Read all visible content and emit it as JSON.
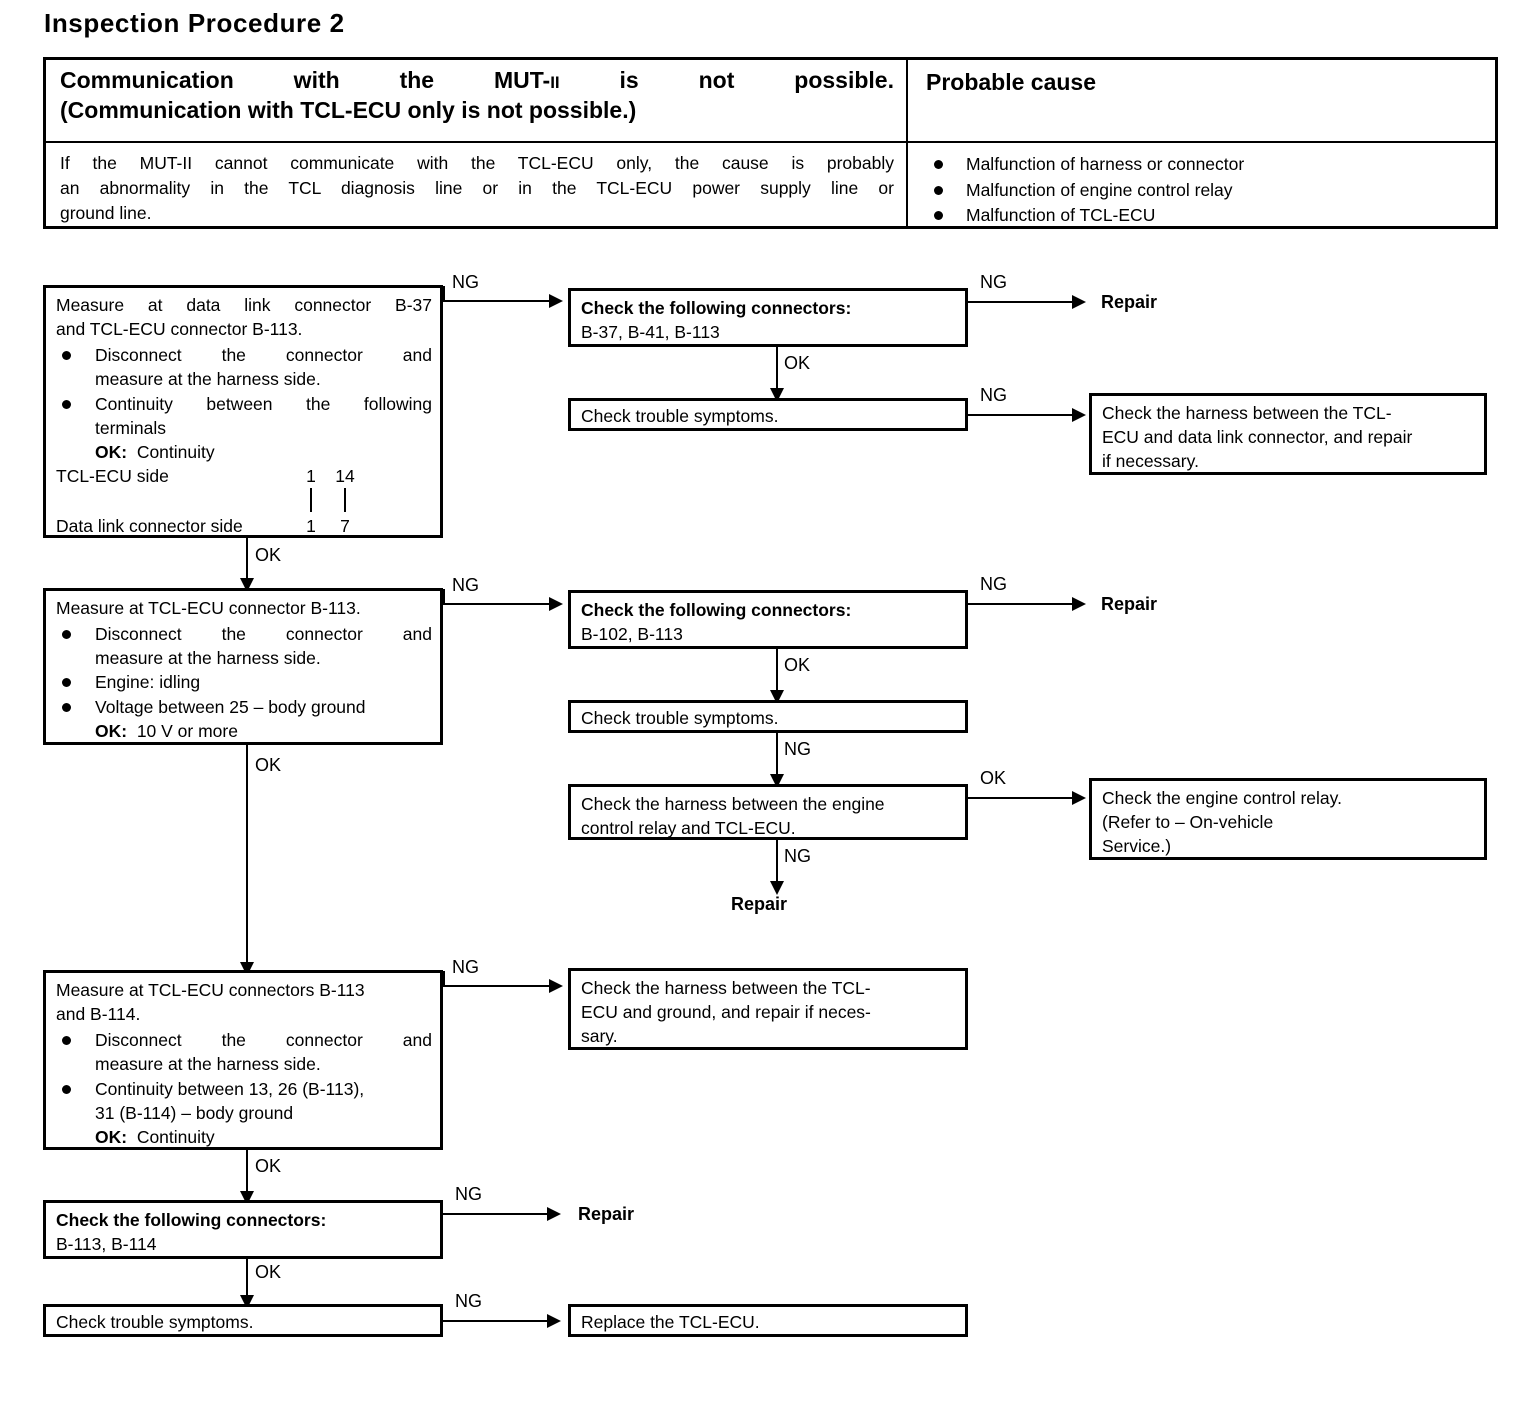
{
  "document": {
    "title": "Inspection Procedure 2"
  },
  "symptom_table": {
    "headers": {
      "symptom": {
        "line1": "Communication with the MUT-",
        "line1_sup": "II",
        "line1_tail": " is not possible.",
        "line2": "(Communication with TCL-ECU only is not possible.)"
      },
      "probable_cause": "Probable cause"
    },
    "description": {
      "line1": "If the MUT-II cannot communicate with the TCL-ECU only, the cause is probably",
      "line2": "an abnormality in the TCL diagnosis line or in the TCL-ECU power supply line or",
      "line3": "ground line."
    },
    "causes": [
      "Malfunction of harness or connector",
      "Malfunction of engine control relay",
      "Malfunction of TCL-ECU"
    ]
  },
  "flow": {
    "step1": {
      "title_line1": "Measure at data link connector B-37",
      "title_line2": "and TCL-ECU connector B-113.",
      "bullet1_line1": "Disconnect the connector and",
      "bullet1_line2": "measure at the harness side.",
      "bullet2_line1": "Continuity between the following",
      "bullet2_line2": "terminals",
      "ok_label": "OK:",
      "ok_value": "Continuity",
      "terminal_rows": [
        {
          "label": "TCL-ECU side",
          "values": [
            "1",
            "14"
          ]
        },
        {
          "label": "Data link connector side",
          "values": [
            "1",
            "7"
          ]
        }
      ]
    },
    "step1_ng_box": {
      "header": "Check the following connectors:",
      "body": "B-37, B-41, B-113"
    },
    "step1_trouble": "Check trouble symptoms.",
    "step1_repair": "Repair",
    "step1_harness": {
      "line1": "Check the harness between the TCL-",
      "line2": "ECU and data link connector, and repair",
      "line3": "if necessary."
    },
    "step2": {
      "title": "Measure at TCL-ECU connector B-113.",
      "bullet1_line1": "Disconnect the connector and",
      "bullet1_line2": "measure at the harness side.",
      "bullet2": "Engine: idling",
      "bullet3": "Voltage between 25 – body ground",
      "ok_label": "OK:",
      "ok_value": "10 V or more"
    },
    "step2_ng_box": {
      "header": "Check the following connectors:",
      "body": "B-102, B-113"
    },
    "step2_trouble": "Check trouble symptoms.",
    "step2_repair": "Repair",
    "step2_harness": {
      "line1": "Check the harness between the engine",
      "line2": "control relay and TCL-ECU."
    },
    "step2_harness_repair": "Repair",
    "step2_relay": {
      "line1": "Check the engine control relay.",
      "line2": "(Refer to – On-vehicle",
      "line3": "Service.)"
    },
    "step3": {
      "title_line1": "Measure at TCL-ECU connectors B-113",
      "title_line2": "and B-114.",
      "bullet1_line1": "Disconnect the connector and",
      "bullet1_line2": "measure at the harness side.",
      "bullet2_line1": "Continuity between 13, 26 (B-113),",
      "bullet2_line2": "31 (B-114) – body ground",
      "ok_label": "OK:",
      "ok_value": "Continuity"
    },
    "step3_harness": {
      "line1": "Check the harness between the TCL-",
      "line2": "ECU and ground, and repair if neces-",
      "line3": "sary."
    },
    "step4": {
      "header": "Check the following connectors:",
      "body": "B-113, B-114"
    },
    "step4_repair": "Repair",
    "step5_trouble": "Check trouble symptoms.",
    "step5_replace": "Replace the TCL-ECU."
  },
  "edge_labels": {
    "ng": "NG",
    "ok": "OK"
  },
  "colors": {
    "ink": "#000000",
    "paper": "#ffffff"
  }
}
